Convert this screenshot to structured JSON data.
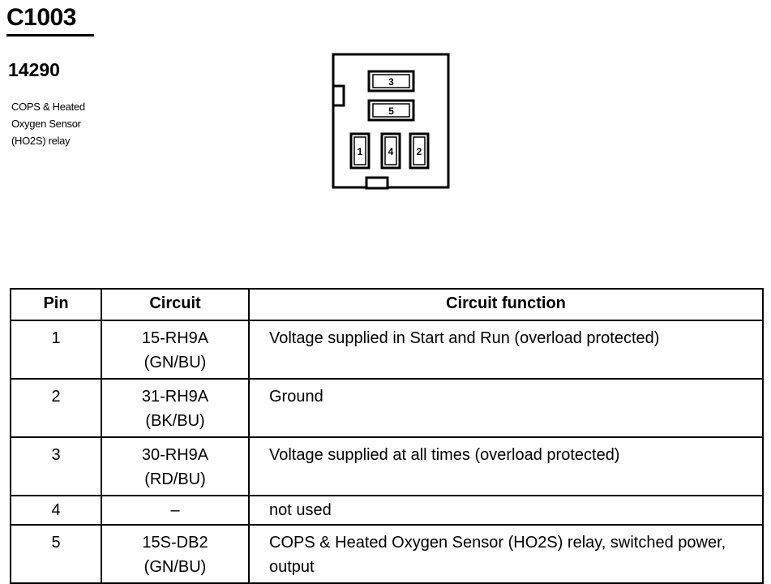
{
  "connector": {
    "id": "C1003",
    "part_number": "14290",
    "description_lines": [
      "COPS & Heated",
      "Oxygen Sensor",
      "(HO2S) relay"
    ],
    "pin_labels": [
      "3",
      "5",
      "1",
      "4",
      "2"
    ]
  },
  "table": {
    "headers": {
      "pin": "Pin",
      "circuit": "Circuit",
      "function": "Circuit function"
    },
    "rows": [
      {
        "pin": "1",
        "circuit": "15-RH9A",
        "color": "(GN/BU)",
        "function": "Voltage supplied in Start and Run (overload protected)"
      },
      {
        "pin": "2",
        "circuit": "31-RH9A",
        "color": "(BK/BU)",
        "function": "Ground"
      },
      {
        "pin": "3",
        "circuit": "30-RH9A",
        "color": "(RD/BU)",
        "function": "Voltage supplied at all times (overload protected)"
      },
      {
        "pin": "4",
        "circuit": "–",
        "color": "",
        "function": "not used"
      },
      {
        "pin": "5",
        "circuit": "15S-DB2",
        "color": "(GN/BU)",
        "function": "COPS & Heated Oxygen Sensor (HO2S) relay, switched power, output"
      }
    ]
  }
}
